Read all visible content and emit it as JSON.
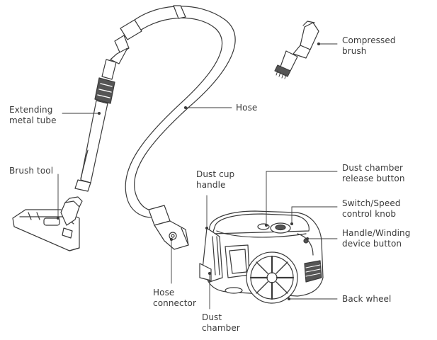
{
  "diagram": {
    "labels": {
      "extending_metal_tube": "Extending\nmetal tube",
      "brush_tool": "Brush tool",
      "hose": "Hose",
      "compressed_brush": "Compressed\nbrush",
      "dust_cup_handle": "Dust cup\nhandle",
      "dust_chamber_release_button": "Dust chamber\nrelease button",
      "switch_speed_control_knob": "Switch/Speed\ncontrol knob",
      "handle_winding_device_button": "Handle/Winding\ndevice button",
      "back_wheel": "Back wheel",
      "hose_connector": "Hose\nconnector",
      "dust_chamber": "Dust\nchamber"
    },
    "colors": {
      "line": "#3a3a3a",
      "text": "#3a3a3a",
      "grip": "#555555"
    }
  }
}
